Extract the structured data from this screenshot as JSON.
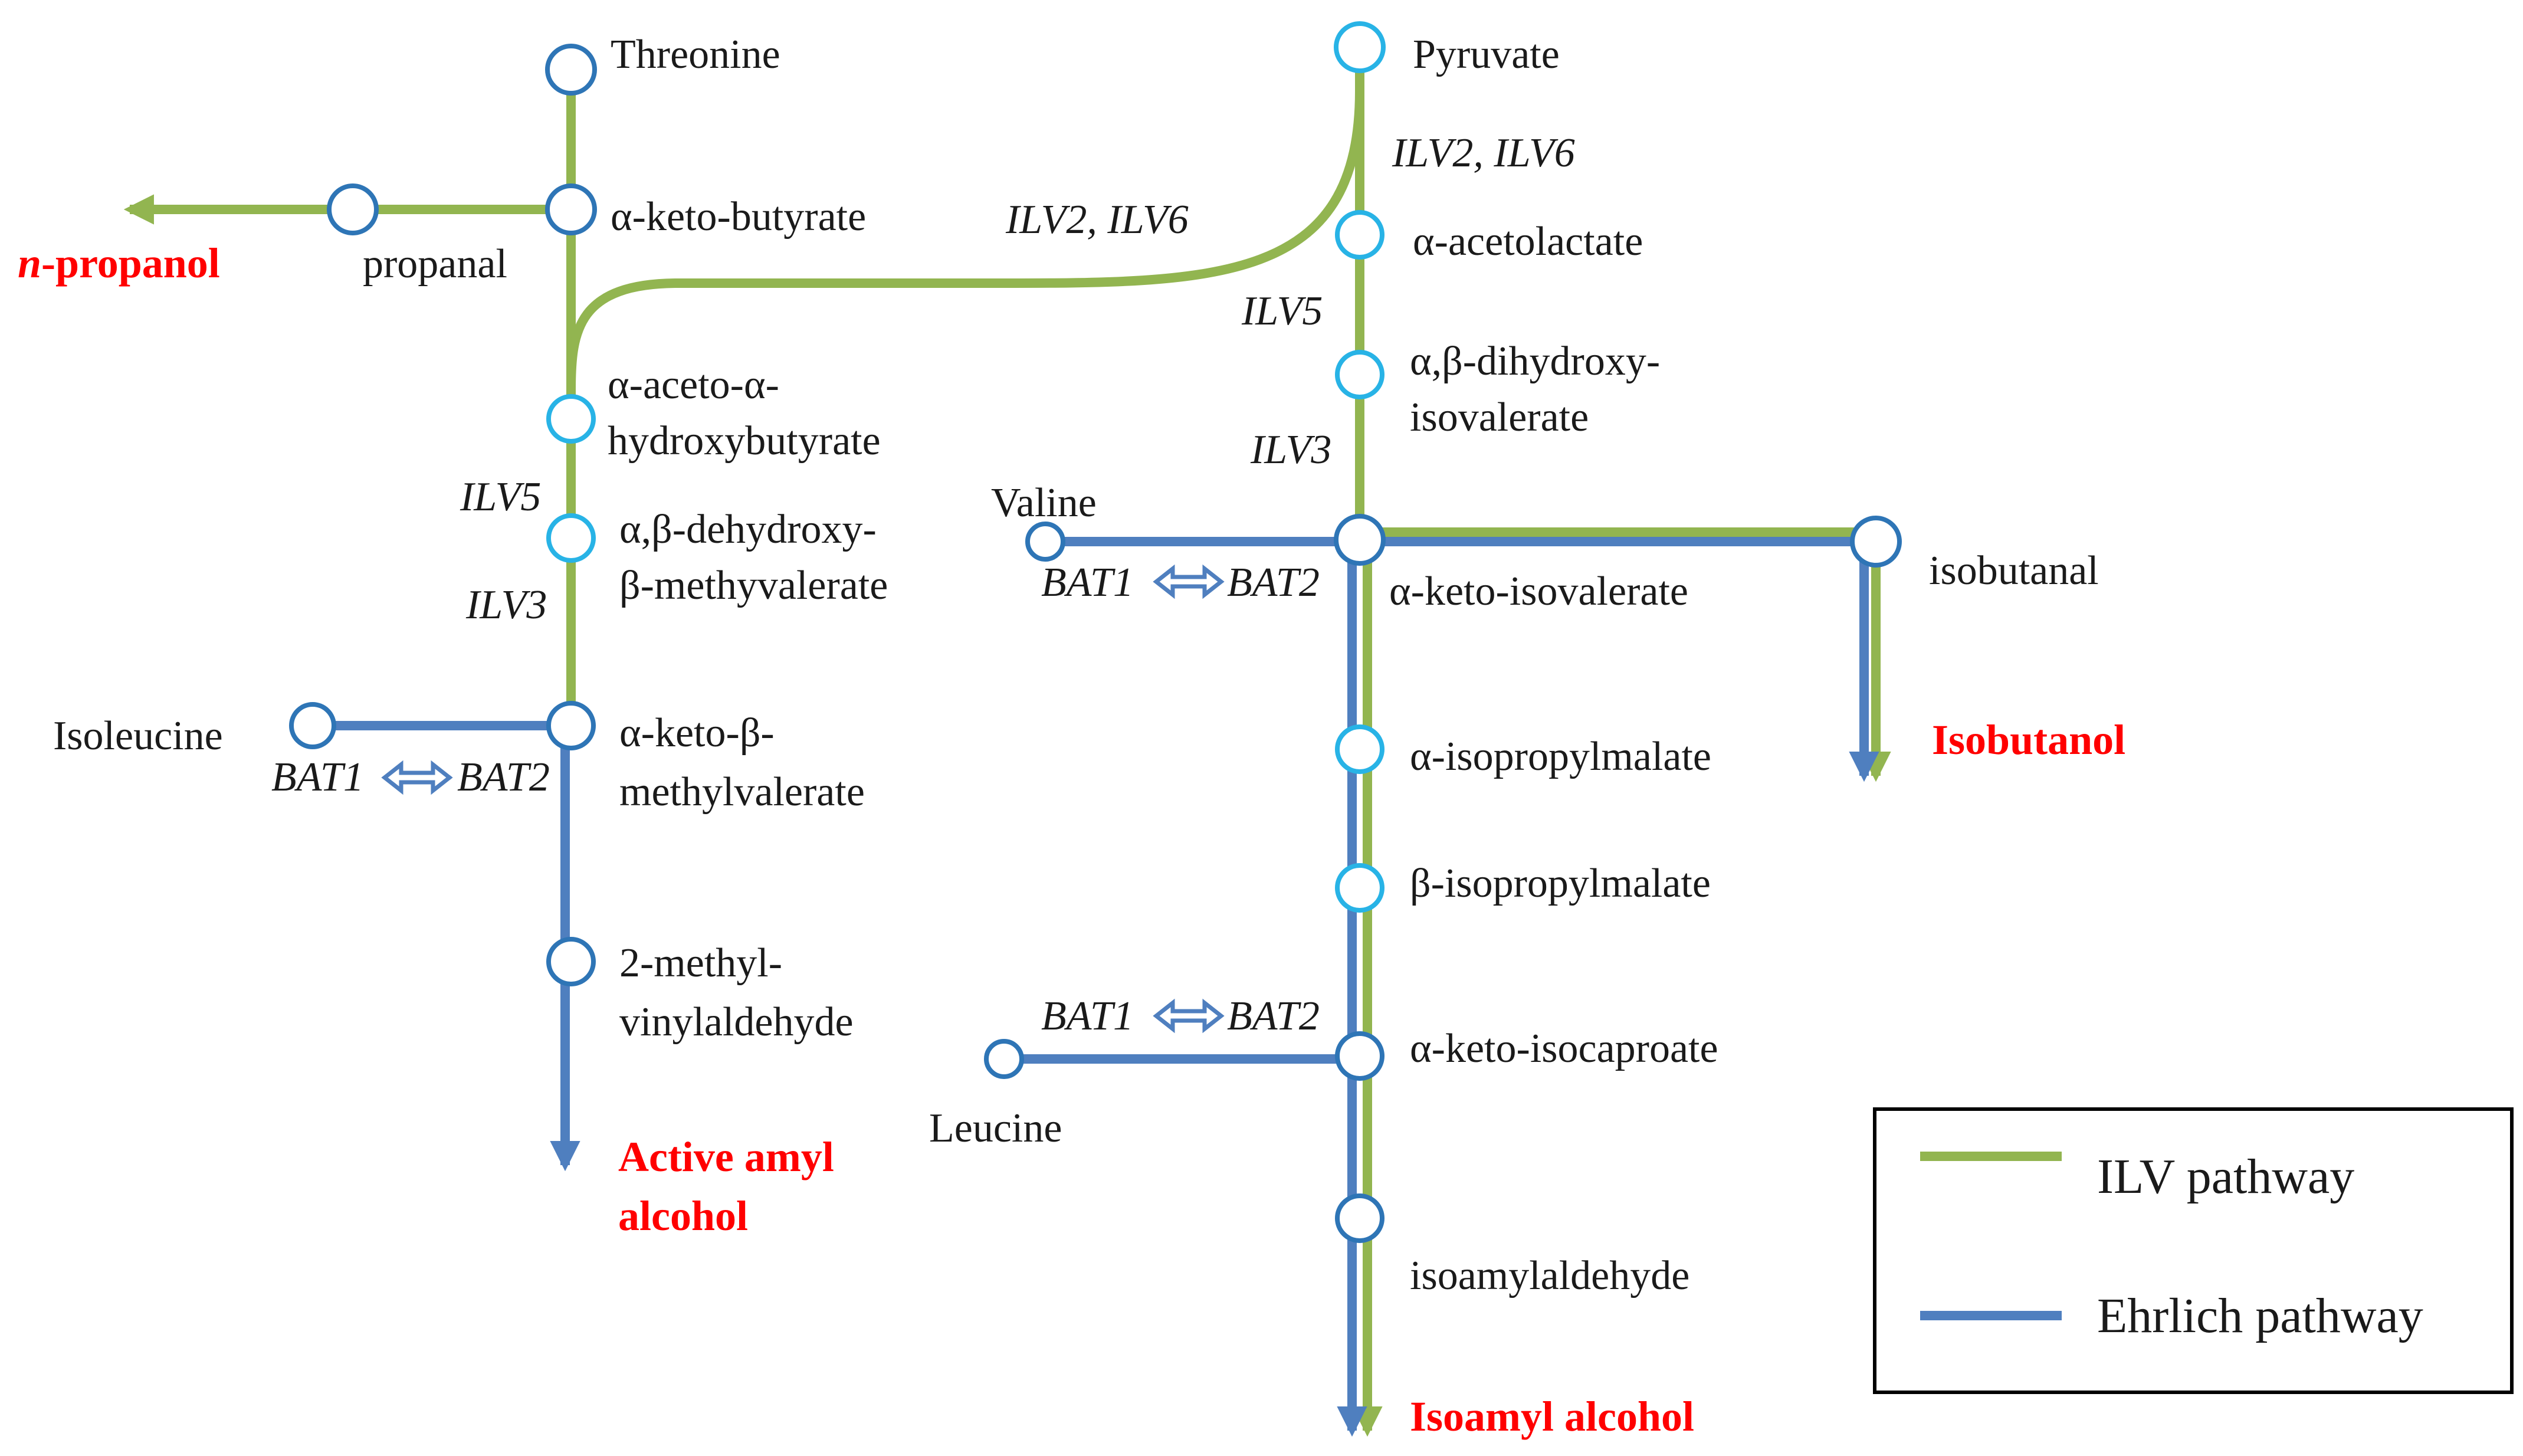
{
  "compounds": {
    "threonine": "Threonine",
    "pyruvate": "Pyruvate",
    "a_keto_butyrate": "α-keto-butyrate",
    "propanal": "propanal",
    "a_acetolactate": "α-acetolactate",
    "a_aceto_a_hydroxybutyrate_l1": "α-aceto-α-",
    "a_aceto_a_hydroxybutyrate_l2": "hydroxybutyrate",
    "ab_dihydroxy_isovalerate_l1": "α,β-dihydroxy-",
    "ab_dihydroxy_isovalerate_l2": "isovalerate",
    "ab_dehydroxy_methyvalerate_l1": "α,β-dehydroxy-",
    "ab_dehydroxy_methyvalerate_l2": "β-methyvalerate",
    "valine": "Valine",
    "a_keto_isovalerate": "α-keto-isovalerate",
    "isobutanal": "isobutanal",
    "isoleucine": "Isoleucine",
    "a_keto_b_methylvalerate_l1": "α-keto-β-",
    "a_keto_b_methylvalerate_l2": "methylvalerate",
    "a_isopropylmalate": "α-isopropylmalate",
    "b_isopropylmalate": "β-isopropylmalate",
    "methyl_vinylaldehyde_l1": "2-methyl-",
    "methyl_vinylaldehyde_l2": "vinylaldehyde",
    "a_keto_isocaproate": "α-keto-isocaproate",
    "leucine": "Leucine",
    "isoamylaldehyde": "isoamylaldehyde"
  },
  "products": {
    "n_propanol_prefix": "n",
    "n_propanol_suffix": "-propanol",
    "isobutanol": "Isobutanol",
    "active_amyl_l1": "Active amyl",
    "active_amyl_l2": "alcohol",
    "isoamyl_alcohol": "Isoamyl alcohol"
  },
  "enzymes": {
    "ilv2_ilv6": "ILV2, ILV6",
    "ilv5": "ILV5",
    "ilv3": "ILV3",
    "bat1": "BAT1",
    "bat2": "BAT2"
  },
  "legend": {
    "ilv_label": "ILV pathway",
    "ehrlich_label": "Ehrlich pathway"
  },
  "colors": {
    "ilv_pathway": "#92b550",
    "ehrlich_pathway": "#4f7fbf",
    "product_text": "#ff0000",
    "node_dark": "#2e75b6",
    "node_light": "#28b3e6"
  }
}
